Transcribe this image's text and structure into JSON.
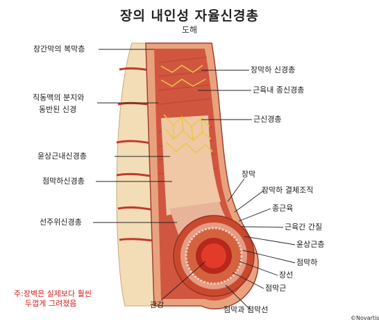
{
  "title": "장의 내인성 자율신경총",
  "subtitle": "도해",
  "labels": {
    "mesentery_peritoneum": "장간막의 복막층",
    "arteries_nerves_1": "직동맥의 분지와",
    "arteries_nerves_2": "동반된 신경",
    "submucosal_plexus_top": "장막하 신경총",
    "intramuscular_plexus": "근육내 종신경총",
    "myenteric_plexus": "근신경총",
    "circular_muscle_plexus": "윤상근내신경총",
    "submucosal_nerve_plexus": "점막하신경총",
    "periglandular_plexus": "선주위신경총",
    "serosa": "장막",
    "subserosa_connective": "장막하 결체조직",
    "longitudinal_muscle": "종근육",
    "intermuscular_stroma": "근육간 간질",
    "circular_muscle": "윤상근층",
    "submucosa": "점막하",
    "glands": "장선",
    "muscularis_mucosae": "점막근",
    "mucosa_glands": "점막과 점막선",
    "lumen": "관강"
  },
  "note": {
    "line1": "주:장벽은 실제보다 훨씬",
    "line2": "두껍게 그려졌음"
  },
  "signature": "©Novartis",
  "colors": {
    "label_text": "#1a1a1a",
    "note_text": "#d11a1a",
    "muscle_red": "#c8453a",
    "nerve_yellow": "#e8c84a",
    "mesentery": "#f2d9b0"
  }
}
